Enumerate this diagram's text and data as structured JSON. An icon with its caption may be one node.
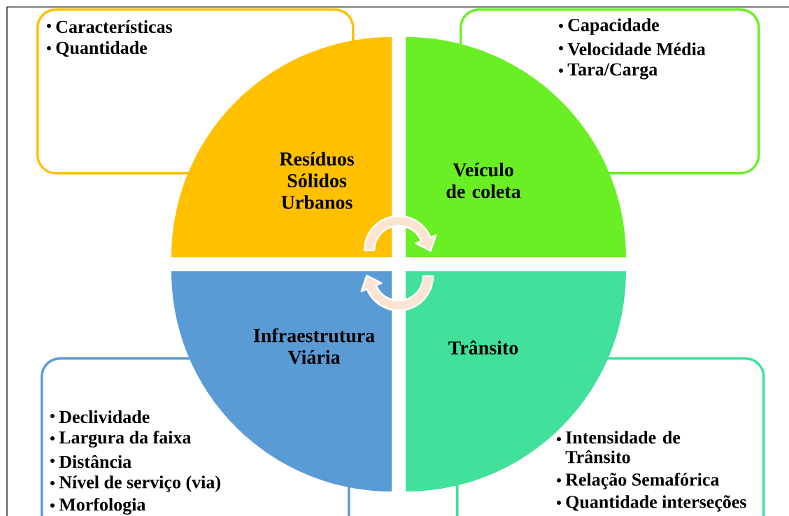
{
  "diagram": {
    "nodes": [
      {
        "text": [
          "Resíduos Sólidos Urbanos"
        ]
      },
      {
        "text": [
          "Veículo de coleta"
        ]
      },
      {
        "text": [
          "Infraestrutura Viária"
        ]
      },
      {
        "text": [
          "Trânsito"
        ]
      },
      {
        "text": [
          "Características",
          "Quantidade"
        ]
      },
      {
        "text": [
          "Capacidade",
          "Velocidade Média",
          "Tara/Carga"
        ]
      },
      {
        "text": [
          "Declividade",
          "Largura da faixa",
          "Distância",
          "Nível de serviço (via)",
          "Morfologia"
        ]
      },
      {
        "text": [
          "Intensidade de Trânsito",
          "Relação Semafórica",
          "Quantidade interseções"
        ]
      }
    ],
    "edges": [
      {
        "from": 0,
        "to": 1,
        "arrow": "to"
      },
      {
        "from": 3,
        "to": 2,
        "arrow": "to"
      }
    ]
  }
}
